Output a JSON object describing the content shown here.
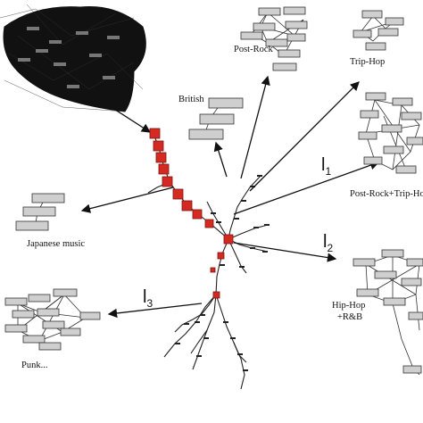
{
  "labels": {
    "british": "British",
    "post_rock": "Post-Rock",
    "trip_hop": "Trip-Hop",
    "post_rock_trip_hop": "Post-Rock+Trip-Ho",
    "japanese_music": "Japanese music",
    "hip_hop_line1": "Hip-Hop",
    "hip_hop_line2": "+R&B",
    "punk": "Punk..."
  },
  "levels": {
    "l1": {
      "letter": "l",
      "index": "1"
    },
    "l2": {
      "letter": "l",
      "index": "2"
    },
    "l3": {
      "letter": "l",
      "index": "3"
    }
  },
  "colors": {
    "node_red": "#d42a22",
    "edge": "#222222",
    "box_fill": "#cfcfcf",
    "box_stroke": "#333333",
    "blob": "#111111"
  }
}
